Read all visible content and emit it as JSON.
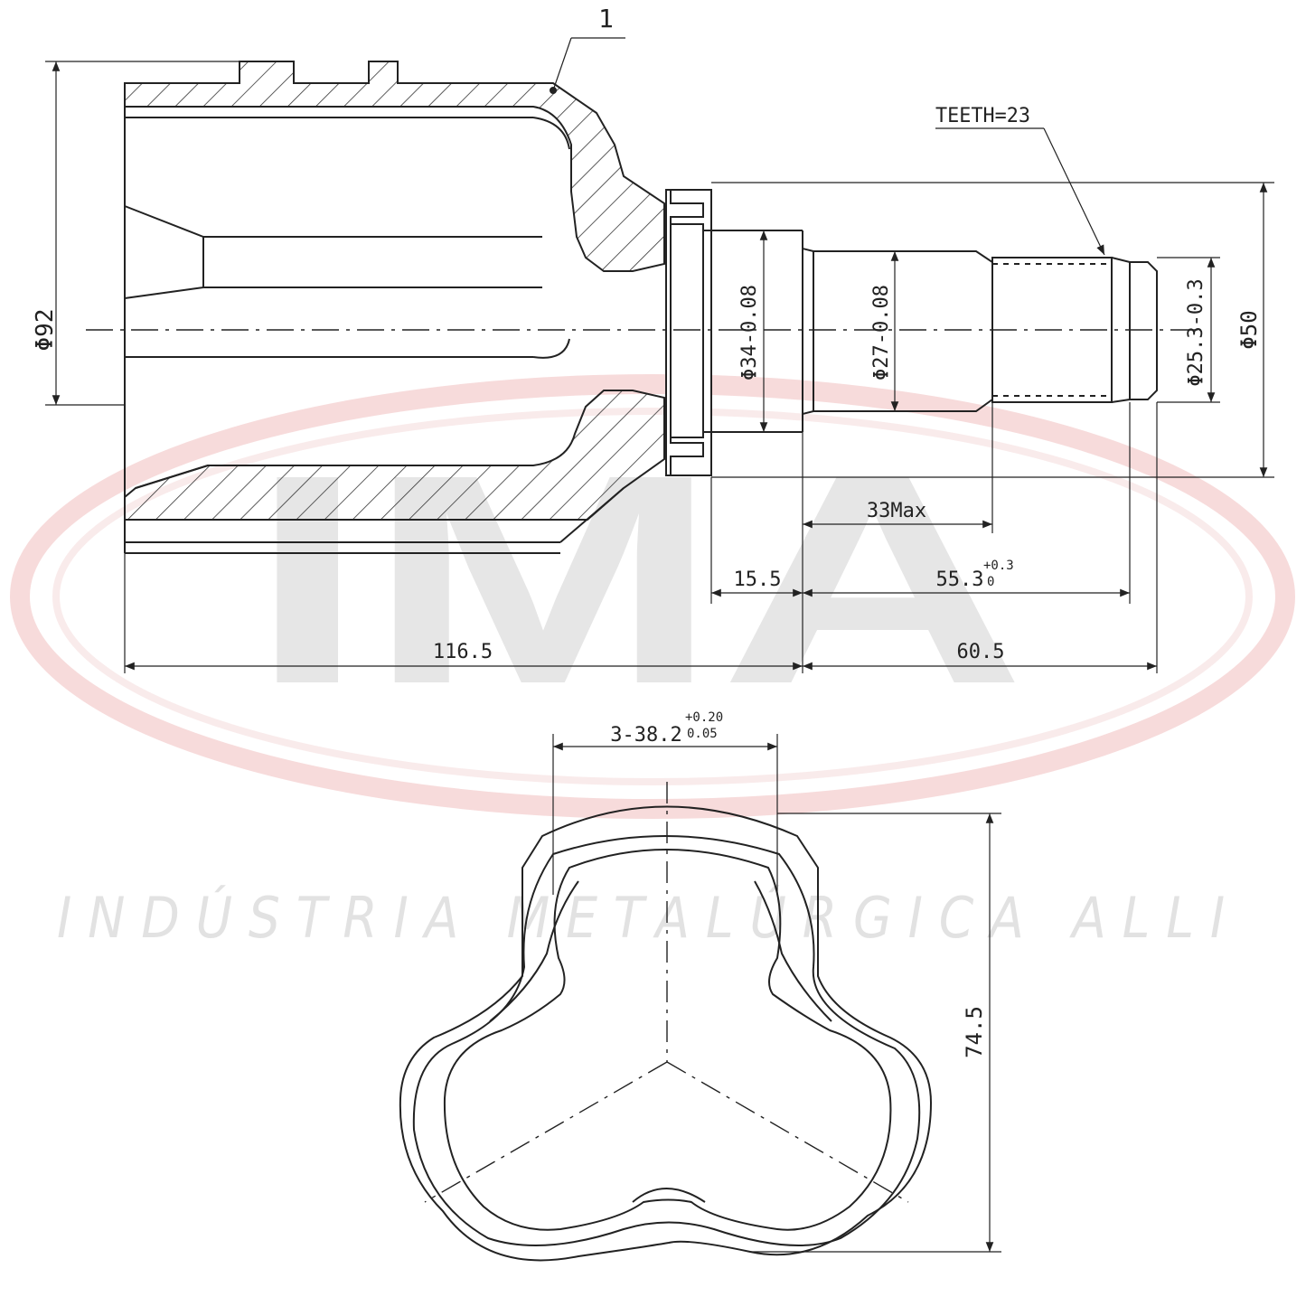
{
  "watermark": {
    "logo_text": "IMA",
    "tagline": "INDÚSTRIA METALÚRGICA ALLI",
    "ring_color": "#f4c9c9"
  },
  "drawing": {
    "line_color": "#222222",
    "part_number": "1",
    "teeth_note": "TEETH=23",
    "dims": {
      "outer_diameter": "Φ92",
      "shaft_dia_34": "Φ34-0.08",
      "shaft_dia_27": "Φ27-0.08",
      "thread_dia": "Φ25.3-0.3",
      "flange_dia": "Φ50",
      "spline_len": "33Max",
      "collar_len": "15.5",
      "shaft_len": "55.3",
      "shaft_len_tol_upper": "+0.3",
      "shaft_len_tol_lower": "0",
      "body_len": "116.5",
      "stub_len": "60.5",
      "track_width": "3-38.2",
      "track_tol_upper": "+0.20",
      "track_tol_lower": "0.05",
      "housing_height": "74.5"
    }
  }
}
